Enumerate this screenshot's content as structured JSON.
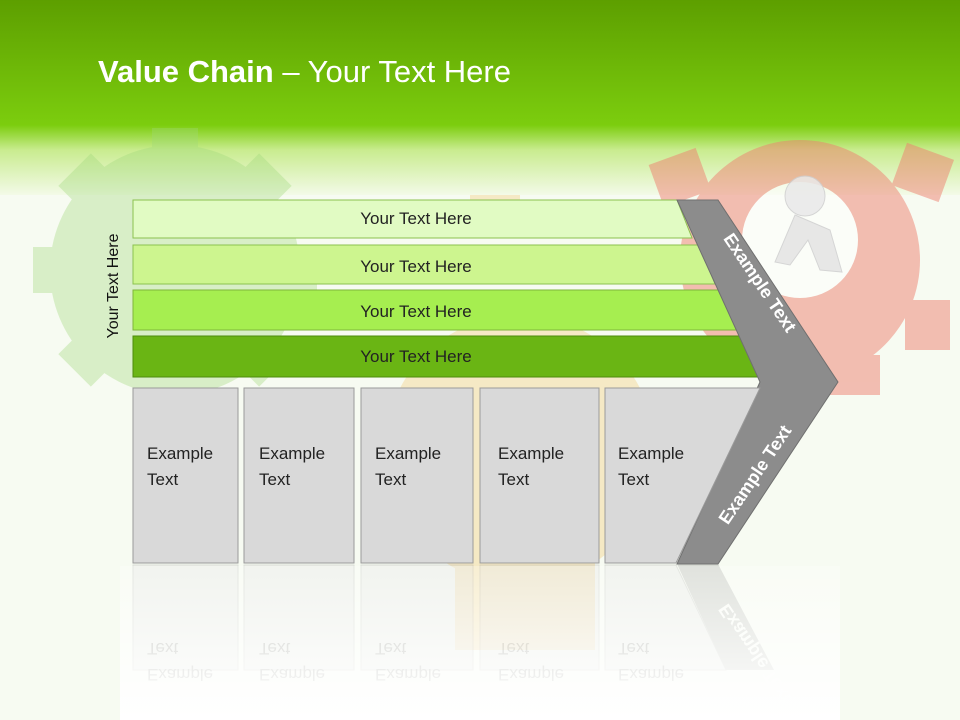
{
  "slide": {
    "title_bold": "Value Chain",
    "title_rest": " – Your Text Here",
    "side_label": "Your Text Here"
  },
  "bands": [
    {
      "text": "Your Text Here",
      "color": "#e1fbc3"
    },
    {
      "text": "Your Text Here",
      "color": "#cdf58f"
    },
    {
      "text": "Your Text Here",
      "color": "#a6ee50"
    },
    {
      "text": "Your Text Here",
      "color": "#6ab514"
    }
  ],
  "boxes": [
    {
      "line1": "Example",
      "line2": "Text"
    },
    {
      "line1": "Example",
      "line2": "Text"
    },
    {
      "line1": "Example",
      "line2": "Text"
    },
    {
      "line1": "Example",
      "line2": "Text"
    },
    {
      "line1": "Example",
      "line2": "Text"
    }
  ],
  "chevron": {
    "upper_text": "Example Text",
    "lower_text": "Example Text",
    "color": "#8c8c8c"
  }
}
